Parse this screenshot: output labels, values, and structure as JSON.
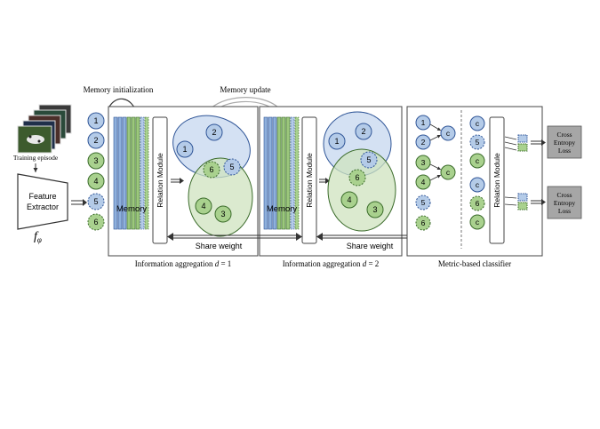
{
  "colors": {
    "blue_fill": "#b4cbe8",
    "blue_stroke": "#2f5597",
    "green_fill": "#a9d18e",
    "green_stroke": "#3a6b2a",
    "blue_ellipse": "#c9daf0",
    "green_ellipse": "#cfe3bf",
    "gray_box": "#a6a6a6",
    "line": "#333333"
  },
  "header": {
    "memory_init": "Memory initialization",
    "memory_update": "Memory update"
  },
  "left": {
    "training_episode": "Training episode",
    "feature_line1": "Feature",
    "feature_line2": "Extractor",
    "f_symbol": "f",
    "f_sub": "φ"
  },
  "nodes": {
    "n1": "1",
    "n2": "2",
    "n3": "3",
    "n4": "4",
    "n5": "5",
    "n6": "6"
  },
  "stage": {
    "memory": "Memory",
    "relation": "Relation Module",
    "share_weight": "Share weight"
  },
  "captions": {
    "agg1_prefix": "Information aggregation ",
    "agg2_prefix": "Information aggregation ",
    "d_var": "d",
    "agg1_value": " = 1",
    "agg2_value": " = 2",
    "classifier": "Metric-based classifier"
  },
  "classifier": {
    "c": "c",
    "relation": "Relation Module",
    "loss_line1": "Cross",
    "loss_line2": "Entropy",
    "loss_line3": "Loss"
  }
}
